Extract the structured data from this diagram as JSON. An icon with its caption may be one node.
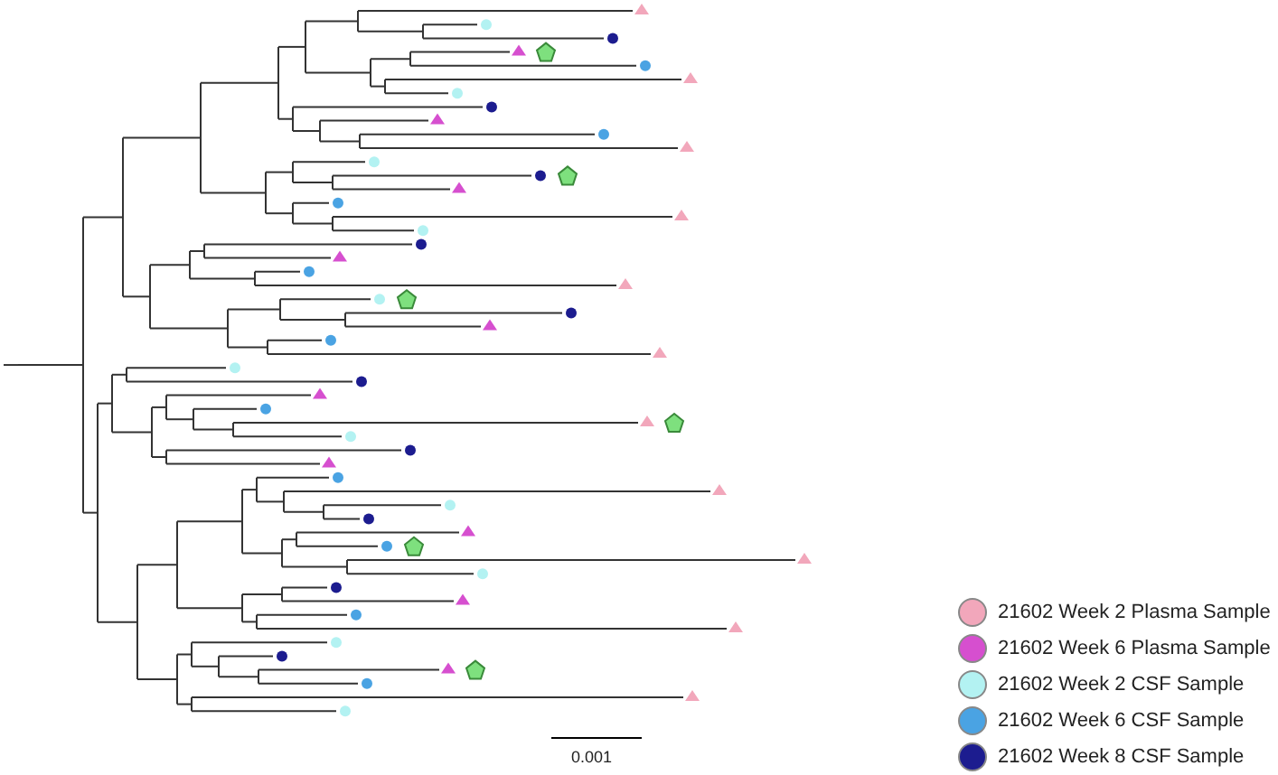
{
  "diagram": {
    "labels": [
      "0.001"
    ],
    "legend": [
      {
        "text": "21602 Week 2 Plasma Sample",
        "color": "#f2a7bb"
      },
      {
        "text": "21602 Week 6 Plasma Sample",
        "color": "#d64fcf"
      },
      {
        "text": "21602 Week 2 CSF Sample",
        "color": "#b3f2f2"
      },
      {
        "text": "21602 Week 6 CSF Sample",
        "color": "#4aa3e3"
      },
      {
        "text": "21602 Week 8 CSF Sample",
        "color": "#1c1c8f"
      }
    ]
  }
}
